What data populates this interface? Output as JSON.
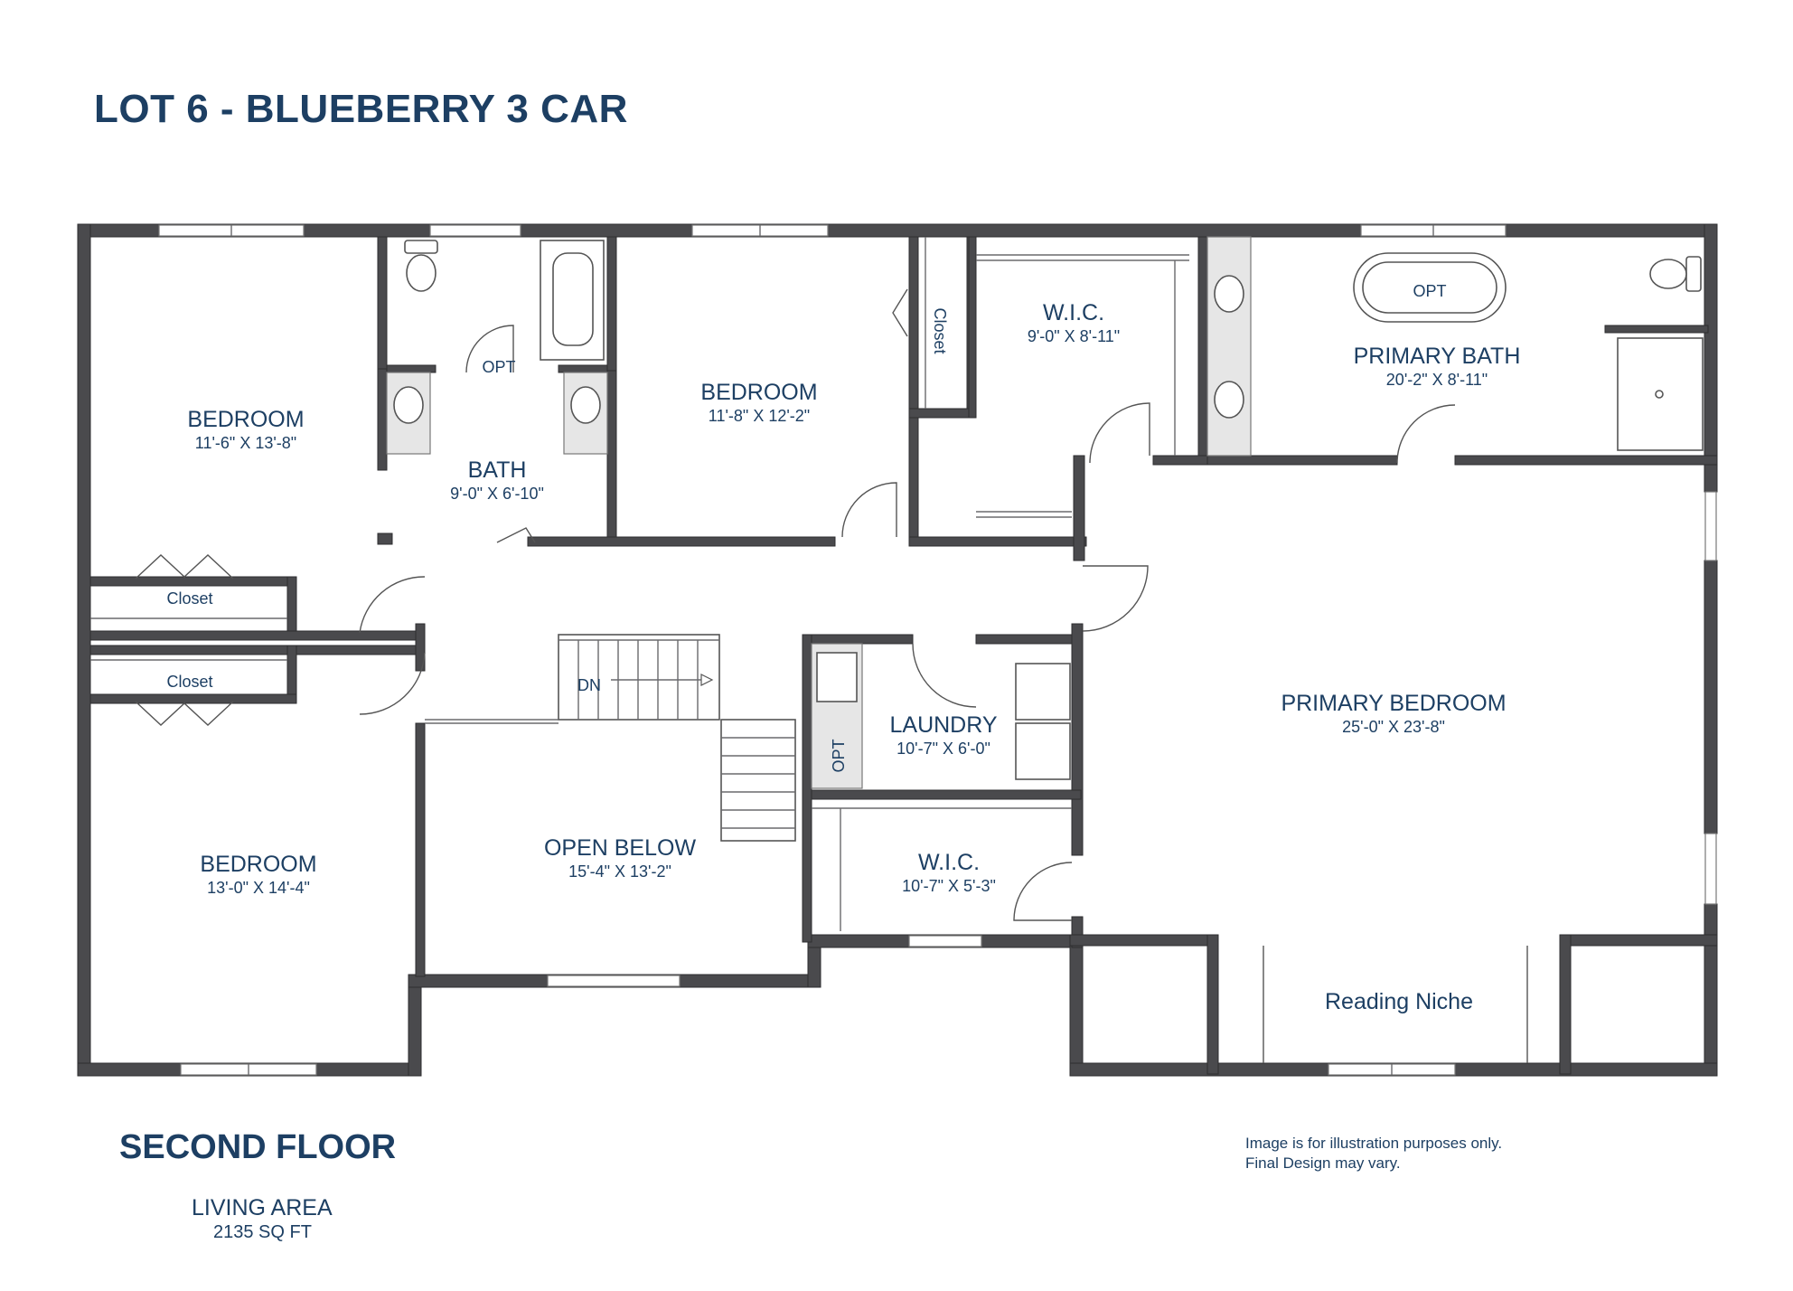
{
  "title": "LOT 6 - BLUEBERRY 3 CAR",
  "floor_name": "SECOND FLOOR",
  "living_area_label": "LIVING AREA",
  "living_area_value": "2135 SQ FT",
  "disclaimer_line1": "Image is for illustration purposes only.",
  "disclaimer_line2": "Final Design may vary.",
  "rooms": {
    "bedroom_nw": {
      "name": "BEDROOM",
      "dims": "11'-6\" X 13'-8\""
    },
    "bath": {
      "name": "BATH",
      "dims": "9'-0\" X 6'-10\""
    },
    "bedroom_n": {
      "name": "BEDROOM",
      "dims": "11'-8\" X 12'-2\""
    },
    "wic_north": {
      "name": "W.I.C.",
      "dims": "9'-0\" X 8'-11\""
    },
    "primary_bath": {
      "name": "PRIMARY BATH",
      "dims": "20'-2\" X 8'-11\""
    },
    "primary_bedroom": {
      "name": "PRIMARY BEDROOM",
      "dims": "25'-0\" X 23'-8\""
    },
    "bedroom_sw": {
      "name": "BEDROOM",
      "dims": "13'-0\" X 14'-4\""
    },
    "open_below": {
      "name": "OPEN BELOW",
      "dims": "15'-4\" X 13'-2\""
    },
    "laundry": {
      "name": "LAUNDRY",
      "dims": "10'-7\" X 6'-0\""
    },
    "wic_south": {
      "name": "W.I.C.",
      "dims": "10'-7\" X 5'-3\""
    },
    "reading_niche": {
      "name": "Reading Niche"
    }
  },
  "labels": {
    "closet_upper": "Closet",
    "closet_lower": "Closet",
    "closet_vertical": "Closet",
    "opt_bath": "OPT",
    "opt_tub": "OPT",
    "opt_laundry": "OPT",
    "stair_dn": "DN"
  },
  "colors": {
    "heading": "#1d3f63",
    "wall": "#4a4a4d",
    "counter": "#e6e6e6"
  }
}
